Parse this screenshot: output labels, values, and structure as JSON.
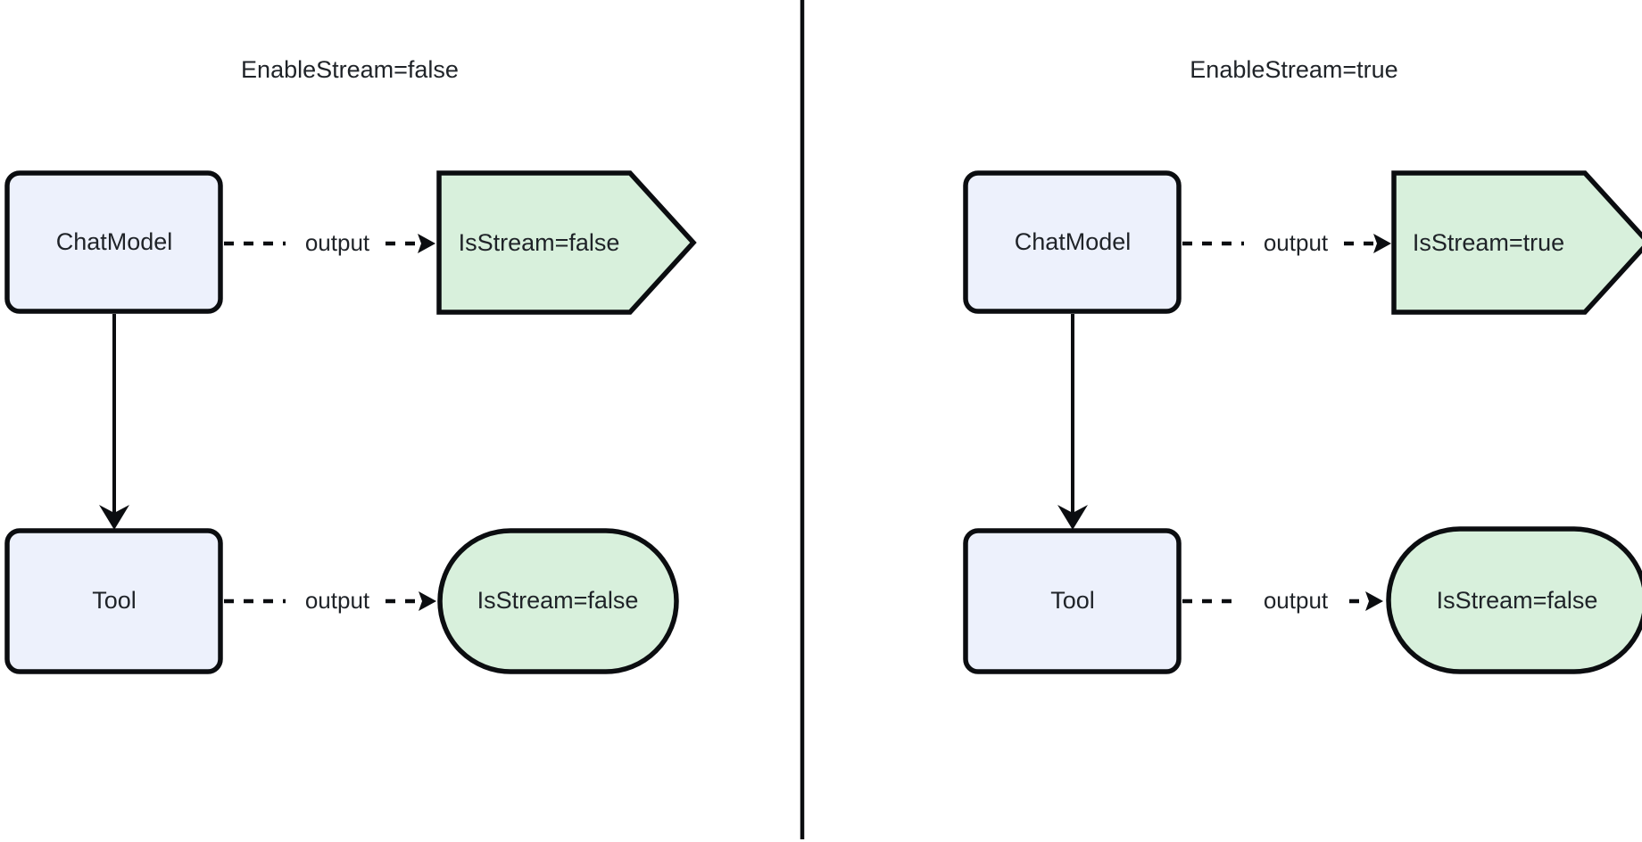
{
  "diagram": {
    "type": "flowchart",
    "orientation": "left-right",
    "background_color": "#ffffff",
    "divider": {
      "label": "vertical-panel-divider",
      "color": "#0b0d10"
    },
    "colors": {
      "process_fill": "#edf1fc",
      "result_fill": "#d8f0dc",
      "stroke": "#0b0d10",
      "text": "#1f2328"
    },
    "panels": [
      {
        "id": "left",
        "title": "EnableStream=false",
        "nodes": [
          {
            "id": "chatmodel-left",
            "label": "ChatModel",
            "shape": "rounded-rect",
            "fill": "#edf1fc"
          },
          {
            "id": "chatmodel-result-left",
            "label": "IsStream=false",
            "shape": "flag-pentagon",
            "fill": "#d8f0dc"
          },
          {
            "id": "tool-left",
            "label": "Tool",
            "shape": "rounded-rect",
            "fill": "#edf1fc"
          },
          {
            "id": "tool-result-left",
            "label": "IsStream=false",
            "shape": "stadium",
            "fill": "#d8f0dc"
          }
        ],
        "edges": [
          {
            "from": "chatmodel-left",
            "to": "chatmodel-result-left",
            "label": "output",
            "style": "dashed",
            "arrow": true
          },
          {
            "from": "chatmodel-left",
            "to": "tool-left",
            "label": "",
            "style": "solid",
            "arrow": true
          },
          {
            "from": "tool-left",
            "to": "tool-result-left",
            "label": "output",
            "style": "dashed",
            "arrow": true
          }
        ]
      },
      {
        "id": "right",
        "title": "EnableStream=true",
        "nodes": [
          {
            "id": "chatmodel-right",
            "label": "ChatModel",
            "shape": "rounded-rect",
            "fill": "#edf1fc"
          },
          {
            "id": "chatmodel-result-right",
            "label": "IsStream=true",
            "shape": "flag-pentagon",
            "fill": "#d8f0dc"
          },
          {
            "id": "tool-right",
            "label": "Tool",
            "shape": "rounded-rect",
            "fill": "#edf1fc"
          },
          {
            "id": "tool-result-right",
            "label": "IsStream=false",
            "shape": "stadium",
            "fill": "#d8f0dc"
          }
        ],
        "edges": [
          {
            "from": "chatmodel-right",
            "to": "chatmodel-result-right",
            "label": "output",
            "style": "dashed",
            "arrow": true
          },
          {
            "from": "chatmodel-right",
            "to": "tool-right",
            "label": "",
            "style": "solid",
            "arrow": true
          },
          {
            "from": "tool-right",
            "to": "tool-result-right",
            "label": "output",
            "style": "dashed",
            "arrow": true
          }
        ]
      }
    ]
  }
}
